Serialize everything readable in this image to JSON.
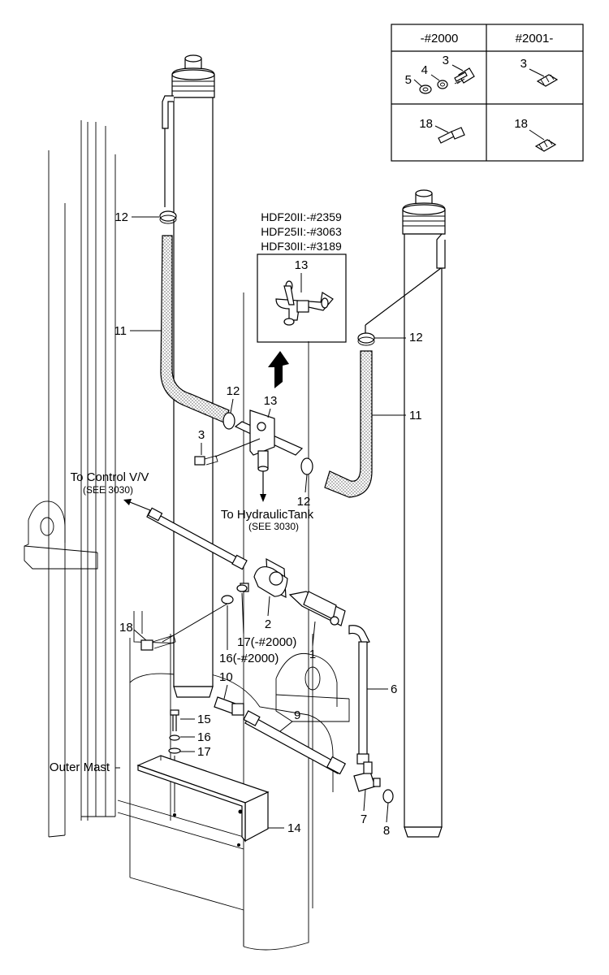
{
  "variant_table": {
    "headers": [
      "-#2000",
      "#2001-"
    ],
    "row1": {
      "left_labels": [
        "3",
        "4",
        "5"
      ],
      "right_labels": [
        "3"
      ]
    },
    "row2": {
      "left_labels": [
        "18"
      ],
      "right_labels": [
        "18"
      ]
    }
  },
  "model_box": {
    "lines": [
      "HDF20II:-#2359",
      "HDF25II:-#3063",
      "HDF30II:-#3189"
    ],
    "part_label": "13"
  },
  "callouts": {
    "to_control": "To Control V/V",
    "to_control_ref": "(SEE 3030)",
    "to_tank": "To HydraulicTank",
    "to_tank_ref": "(SEE 3030)",
    "outer_mast": "Outer Mast"
  },
  "parts": {
    "p1": "1",
    "p2": "2",
    "p3": "3",
    "p6": "6",
    "p7": "7",
    "p8": "8",
    "p9": "9",
    "p10": "10",
    "p11_left": "11",
    "p11_right": "11",
    "p12_top_left": "12",
    "p12_right": "12",
    "p12_mid": "12",
    "p12_lower": "12",
    "p13": "13",
    "p14": "14",
    "p15": "15",
    "p16": "16",
    "p17": "17",
    "p16_variant": "16(-#2000)",
    "p17_variant": "17(-#2000)",
    "p18": "18"
  }
}
